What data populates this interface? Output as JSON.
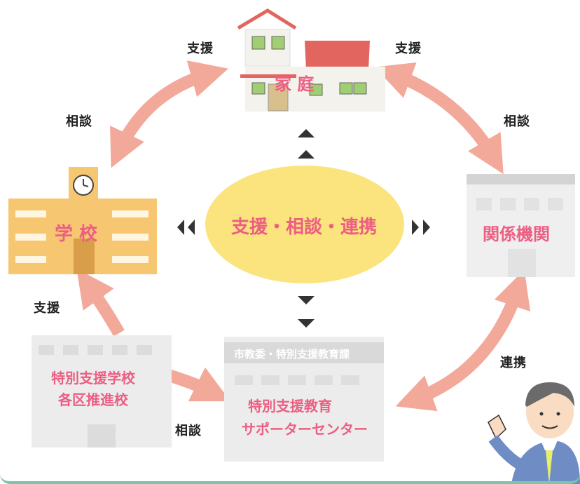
{
  "nodes": {
    "home": "家 庭",
    "school": "学 校",
    "agency": "関係機関",
    "center": "支援・相談・連携",
    "special_school_line1": "特別支援学校",
    "special_school_line2": "各区推進校",
    "support_center_sign": "市教委・特別支援教育課",
    "support_center_line1": "特別支援教育",
    "support_center_line2": "サポーターセンター"
  },
  "edge_labels": {
    "home_school_support": "支援",
    "home_school_consult": "相談",
    "home_agency_support": "支援",
    "home_agency_consult": "相談",
    "school_support": "支援",
    "special_consult": "相談",
    "agency_center_link": "連携"
  },
  "colors": {
    "arrow": "#f3a99a",
    "pink_text": "#ec5e82",
    "ellipse": "#fbe37d",
    "school": "#f6c671",
    "gray_building": "#e9e9e9",
    "bottom_line": "#7ac7a7"
  }
}
